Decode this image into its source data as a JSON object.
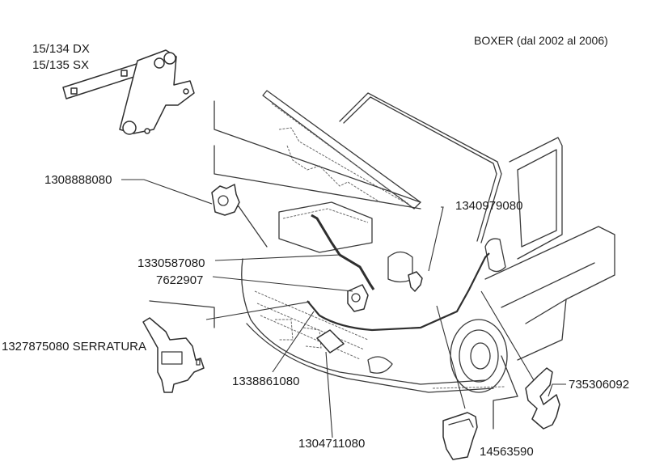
{
  "title": "BOXER (dal 2002 al 2006)",
  "parts": [
    {
      "id": "hinge",
      "lines": [
        "15/134 DX",
        "15/135 SX"
      ],
      "description": "hood hinge (right / left)"
    },
    {
      "id": "clip-1308888080",
      "code": "1308888080"
    },
    {
      "id": "prop-rod-1340979080",
      "code": "1340979080"
    },
    {
      "id": "1330587080",
      "code": "1330587080"
    },
    {
      "id": "7622907",
      "code": "7622907"
    },
    {
      "id": "lock",
      "code": "1327875080 SERRATURA"
    },
    {
      "id": "1338861080",
      "code": "1338861080"
    },
    {
      "id": "1304711080",
      "code": "1304711080"
    },
    {
      "id": "735306092",
      "code": "735306092"
    },
    {
      "id": "14563590",
      "code": "14563590"
    }
  ]
}
